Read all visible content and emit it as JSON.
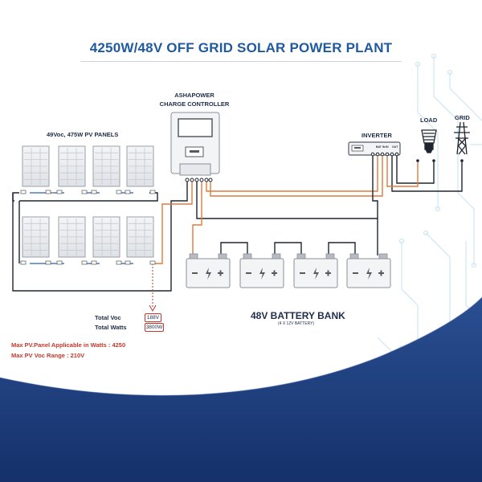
{
  "title": "4250W/48V OFF GRID SOLAR POWER PLANT",
  "controller": {
    "line1": "ASHAPOWER",
    "line2": "CHARGE CONTROLLER"
  },
  "panels_label": "49Voc, 475W PV  PANELS",
  "inverter": {
    "label": "INVERTER",
    "terminals": [
      "BAT IN",
      "IN",
      "OUT"
    ]
  },
  "load_label": "LOAD",
  "grid_label": "GRID",
  "battery_bank": {
    "title": "48V BATTERY BANK",
    "subtitle": "(4 X 12V BATTERY)"
  },
  "totals": [
    {
      "label": "Total Voc",
      "value": "188V"
    },
    {
      "label": "Total Watts",
      "value": "3800W"
    }
  ],
  "notes": [
    "Max PV.Panel Applicable in Watts : 4250",
    "Max PV Voc Range : 210V"
  ],
  "colors": {
    "title": "#1f5a9e",
    "wire_dark": "#1e2530",
    "wire_orange": "#e07b3a",
    "wire_red": "#c0392b",
    "wave_navy": "#1d3b78",
    "circuit": "#c9e3f2"
  }
}
